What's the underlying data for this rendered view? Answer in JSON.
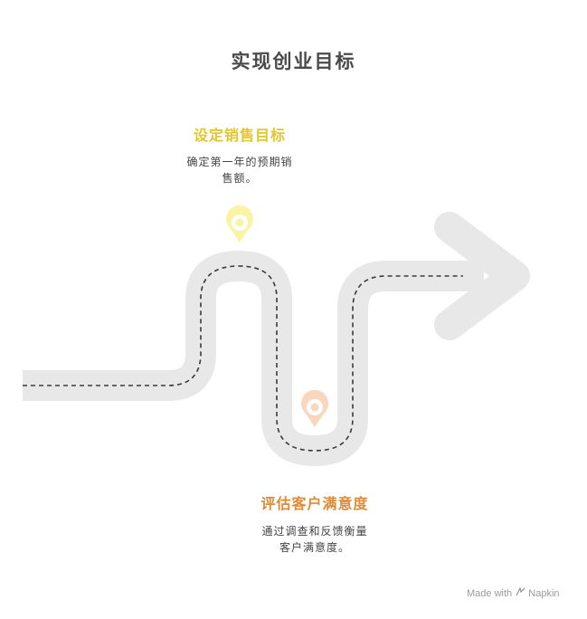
{
  "title": "实现创业目标",
  "steps": [
    {
      "title": "设定销售目标",
      "desc_line1": "确定第一年的预期销",
      "desc_line2": "售额。",
      "color": "#e3c72a",
      "pin_color": "#fbf3a6"
    },
    {
      "title": "评估客户满意度",
      "desc_line1": "通过调查和反馈衡量",
      "desc_line2": "客户满意度。",
      "color": "#e08a36",
      "pin_color": "#f9d6bd"
    }
  ],
  "road_color": "#e8e8e8",
  "dash_color": "#3a3a3a",
  "watermark": {
    "made_with": "Made with",
    "brand": "Napkin",
    "logo_icon": "napkin-logo-icon"
  }
}
